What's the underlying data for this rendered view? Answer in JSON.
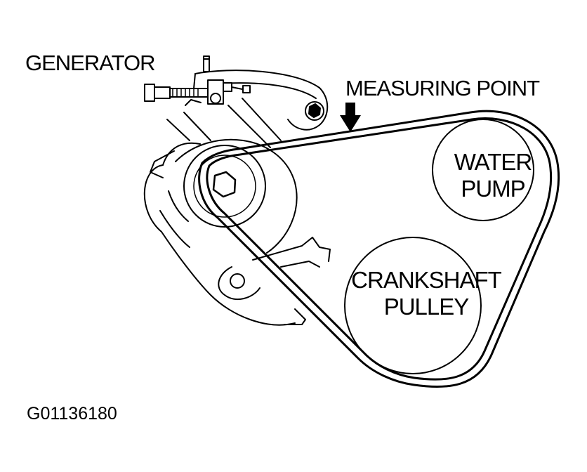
{
  "labels": {
    "generator": "GENERATOR",
    "measuring_point": "MEASURING POINT",
    "water_pump": [
      "WATER",
      "PUMP"
    ],
    "crankshaft_pulley": [
      "CRANKSHAFT",
      "PULLEY"
    ],
    "figure_code": "G01136180"
  },
  "colors": {
    "ink": "#000000",
    "paper": "#ffffff"
  }
}
